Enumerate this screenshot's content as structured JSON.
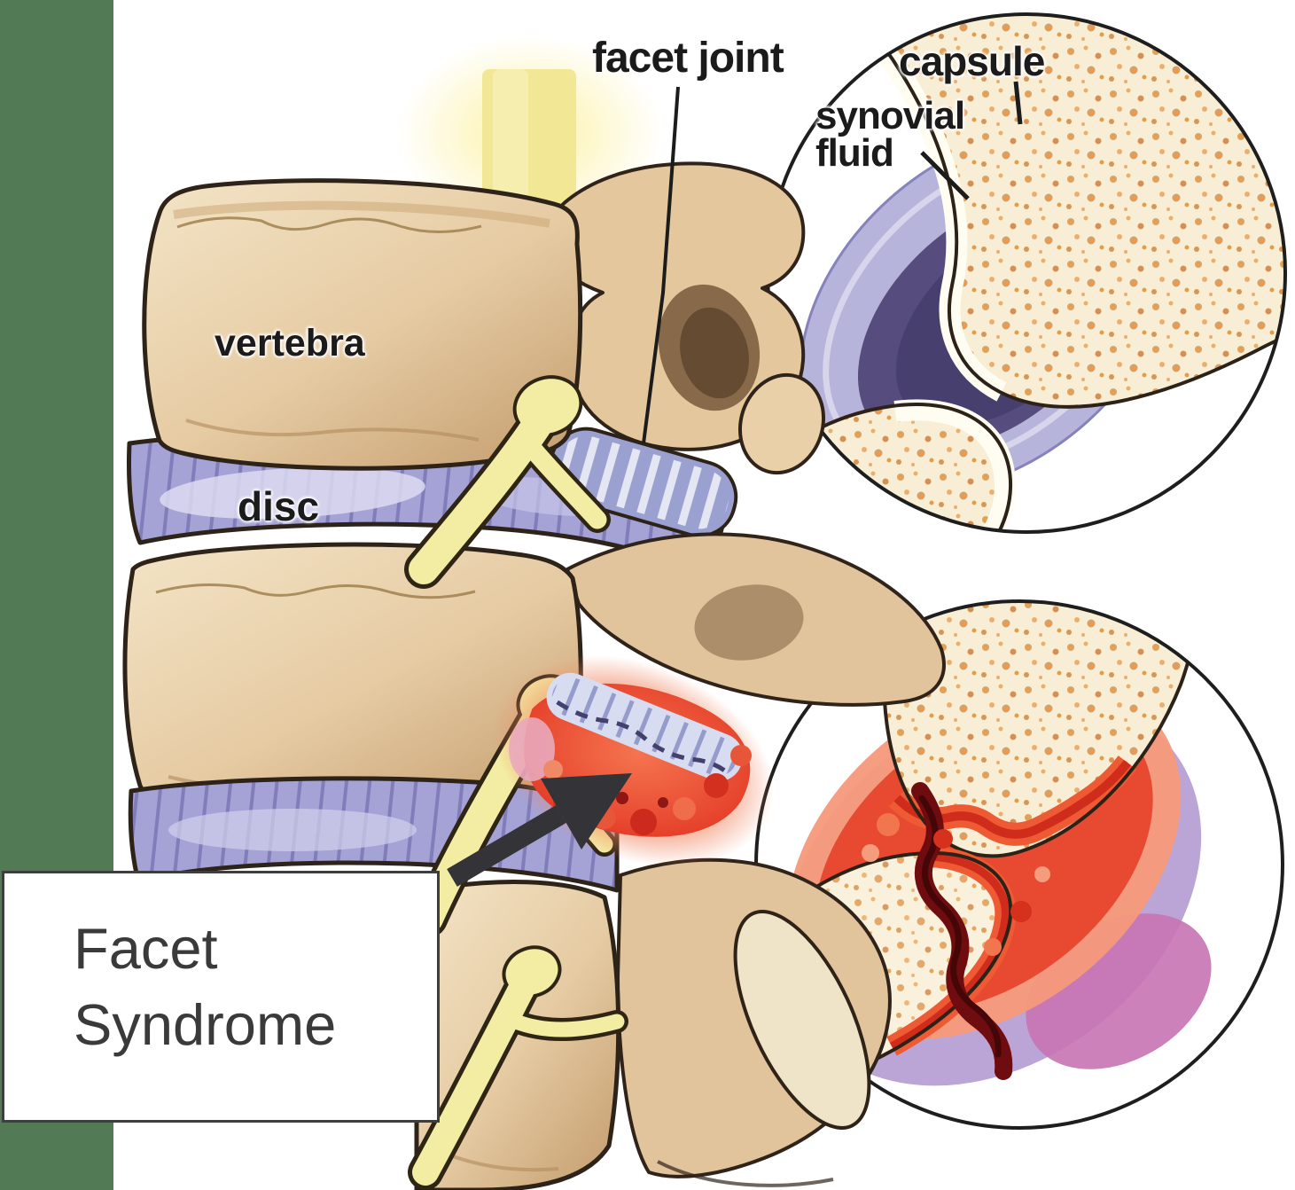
{
  "labels": {
    "facet_joint": "facet joint",
    "capsule": "capsule",
    "synovial": "synovial",
    "fluid": "fluid",
    "vertebra": "vertebra",
    "disc": "disc"
  },
  "caption": {
    "line1": "Facet",
    "line2": "Syndrome"
  },
  "colors": {
    "stripe_green": "#527a55",
    "bone_tan": "#e6cba3",
    "bone_shadow": "#c6a072",
    "disc_lavender": "#a5a2d6",
    "capsule_lavender": "#b6b4da",
    "synovial_purple": "#564d7e",
    "inflamed_red": "#e84a31",
    "crack_dark_red": "#6e0c10",
    "nerve_yellow": "#f3eca3",
    "trabecular_orange": "#dd8f3c",
    "arrow_black": "#333338",
    "label_black": "#1b1b1b",
    "caption_gray": "#3a3a3a"
  }
}
